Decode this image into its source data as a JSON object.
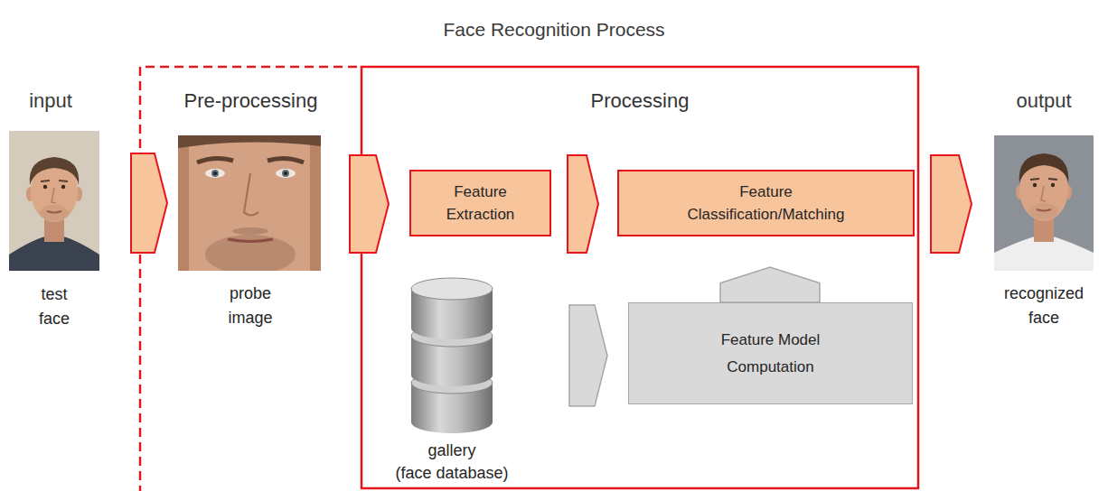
{
  "diagram": {
    "title": "Face Recognition Process",
    "nodes": [
      {
        "text": [
          "test face"
        ]
      },
      {
        "text": [
          "Pre-processing"
        ]
      },
      {
        "text": [
          "probe image"
        ],
        "in": 1
      },
      {
        "text": [
          "Processing"
        ]
      },
      {
        "text": [
          "Feature Extraction"
        ],
        "in": 3
      },
      {
        "text": [
          "Feature Classification/Matching"
        ],
        "in": 3
      },
      {
        "text": [
          "gallery (face database)"
        ],
        "in": 3
      },
      {
        "text": [
          "Feature Model Computation"
        ],
        "in": 3
      },
      {
        "text": [
          "recognized face"
        ]
      }
    ],
    "edges": [
      {
        "from": 0,
        "to": 2,
        "arrow": "to"
      },
      {
        "from": 2,
        "to": 4,
        "arrow": "to"
      },
      {
        "from": 4,
        "to": 5,
        "arrow": "to"
      },
      {
        "from": 5,
        "to": 8,
        "arrow": "to"
      },
      {
        "from": 6,
        "to": 7,
        "arrow": "to"
      },
      {
        "from": 7,
        "to": 5,
        "arrow": "to"
      }
    ],
    "labels": [
      "input",
      "output"
    ]
  }
}
